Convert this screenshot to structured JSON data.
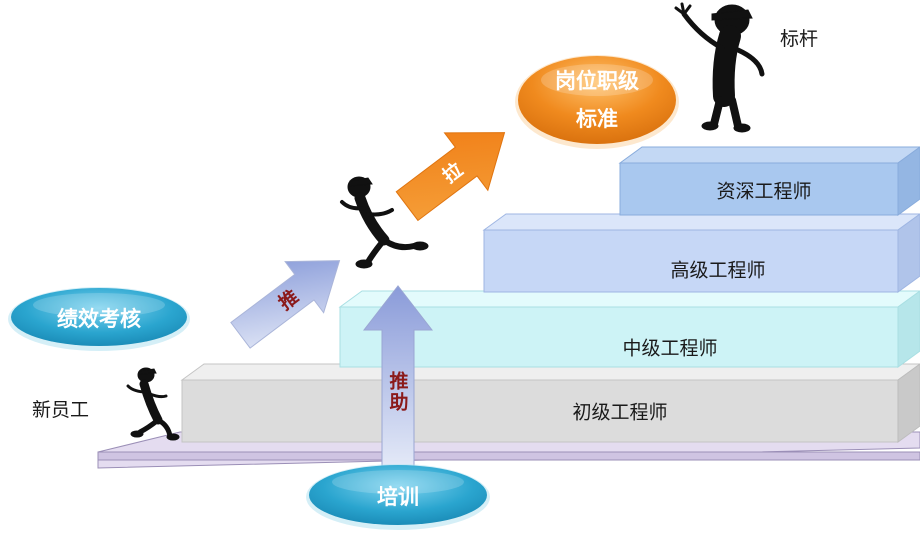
{
  "steps": [
    {
      "label": "初级工程师",
      "color": "#d9d9d9"
    },
    {
      "label": "中级工程师",
      "color": "#ccf5f7"
    },
    {
      "label": "高级工程师",
      "color": "#c9d9f7"
    },
    {
      "label": "资深工程师",
      "color": "#a9c8ef"
    }
  ],
  "pills": {
    "performance": "绩效考核",
    "training": "培训",
    "standard_line1": "岗位职级",
    "standard_line2": "标准"
  },
  "arrows": {
    "push": "推",
    "pull": "拉",
    "assist": "推助"
  },
  "figures": {
    "new_employee": "新员工",
    "benchmark": "标杆"
  },
  "colors": {
    "pill_blue": "#2aa5cf",
    "pill_orange": "#f08a1e",
    "arrow_text": "#8b1a1a",
    "base_plate": "#d7cde8"
  }
}
